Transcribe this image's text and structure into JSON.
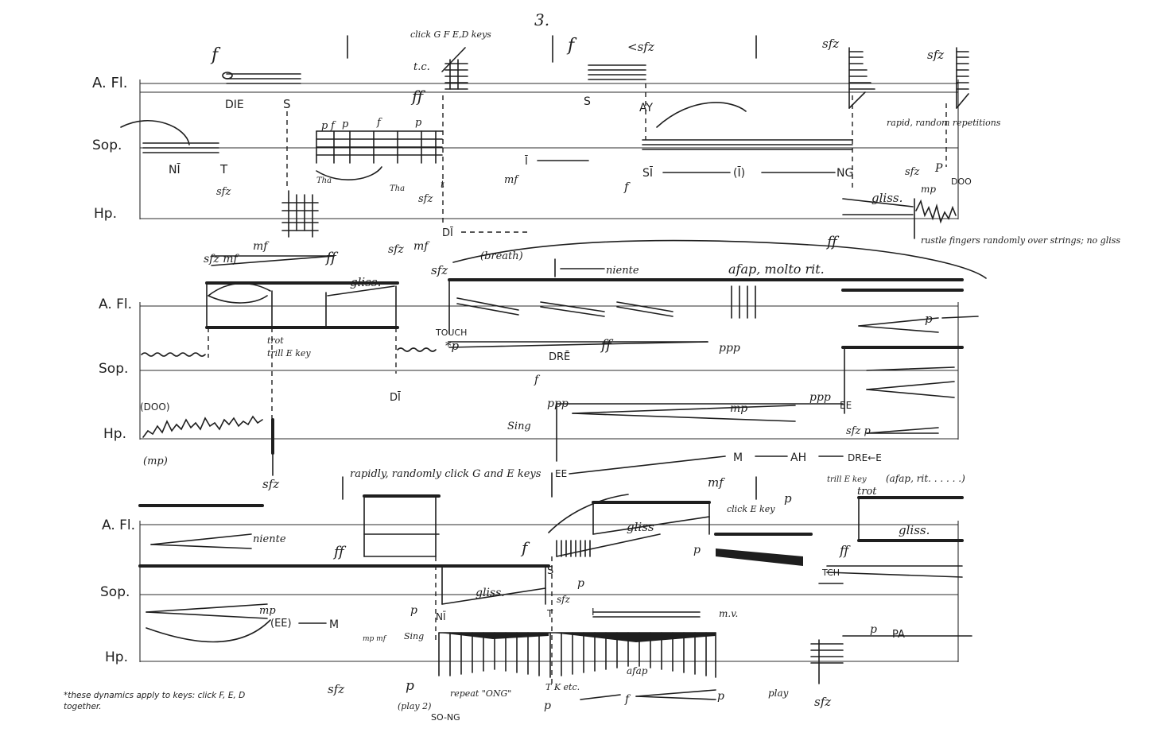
{
  "page": {
    "number": "3."
  },
  "instruments": {
    "alto_flute": "A. Fl.",
    "soprano": "Sop.",
    "harp": "Hp."
  },
  "system1": {
    "fl_dyn_f": "f",
    "fl_syl_die": "DIE",
    "fl_syl_s": "S",
    "click_keys": "click G F E,D keys",
    "tc": "t.c.",
    "ff": "ff",
    "f2": "f",
    "lt_sfz": "<sfz",
    "s2": "S",
    "ay": "AY",
    "sfz_a": "sfz",
    "sfz_b": "sfz",
    "sop_ni": "NĪ",
    "sop_t": "T",
    "sop_sfz": "sfz",
    "dyn_p1": "p",
    "dyn_f1": "f",
    "dyn_p2": "p",
    "dyn_f2": "f",
    "dyn_p3": "p",
    "tha1": "Tha",
    "tha2": "Tha",
    "sfz_t": "sfz",
    "t_small": "t",
    "i_bar": "Ī",
    "mf": "mf",
    "f3": "f",
    "si": "SĪ",
    "paren_i": "(Ī)",
    "ng": "NG",
    "rapid": "rapid, random repetitions",
    "sfz_c": "sfz",
    "p4": "P",
    "doo": "DOO",
    "gliss": "gliss.",
    "mp": "mp",
    "ff_harp": "ff",
    "rustle": "rustle fingers randomly over strings; no gliss"
  },
  "system2": {
    "sfz_mf": "sfz mf",
    "mf": "mf",
    "ff": "ff",
    "sfz": "sfz",
    "mf2": "mf",
    "gliss": "gliss.",
    "di": "DĪ",
    "sfz2": "sfz",
    "breath": "(breath)",
    "niente": "niente",
    "afap": "afap, molto rit.",
    "trot": "trot",
    "trill_e": "trill E key",
    "touch": "TOUCH",
    "p_star": "*p",
    "ff2": "ff",
    "ppp": "ppp",
    "p2": "p",
    "dre": "DRĒ",
    "f": "f",
    "di2": "DĪ",
    "doo": "(DOO)",
    "mp_paren": "(mp)",
    "sfz3": "sfz",
    "sing": "Sing",
    "ppp2": "ppp",
    "mp2": "mp",
    "ppp3": "ppp",
    "ee": "EE",
    "sfz_p": "sfz p",
    "ee2": "EE",
    "m": "M",
    "ah": "AH",
    "dre_ee": "DRE←E"
  },
  "system3": {
    "rapidly": "rapidly, randomly click G and E keys",
    "ff": "ff",
    "niente": "niente",
    "f": "f",
    "gliss": "gliss",
    "p": "p",
    "mf": "mf",
    "click_e": "click E key",
    "p2": "p",
    "trill": "trill E key",
    "trot": "trot",
    "afap_rit": "(afap, rit. . . . . .)",
    "gliss2": "gliss.",
    "ff2": "ff",
    "tch": "TCH",
    "s": "S",
    "mp": "mp",
    "ee": "(EE)",
    "m": "M",
    "p3": "p",
    "ni": "NĪ",
    "gliss3": "gliss.",
    "sfz": "sfz",
    "t": "T",
    "i": "I",
    "p4": "p",
    "mv": "m.v.",
    "p5": "p",
    "pa": "PA",
    "mp_mf": "mp mf",
    "sing": "Sing",
    "sfz2": "sfz",
    "p6": "p",
    "repeat_ong": "repeat \"ONG\"",
    "play_2": "(play 2)",
    "so_ng": "SO-NG",
    "t_etc": "T K etc.",
    "p7": "p",
    "f2": "f",
    "p8": "p",
    "afap": "afap",
    "play": "play",
    "sfz3": "sfz"
  },
  "footnote": "*these dynamics apply to keys: click F, E, D together."
}
